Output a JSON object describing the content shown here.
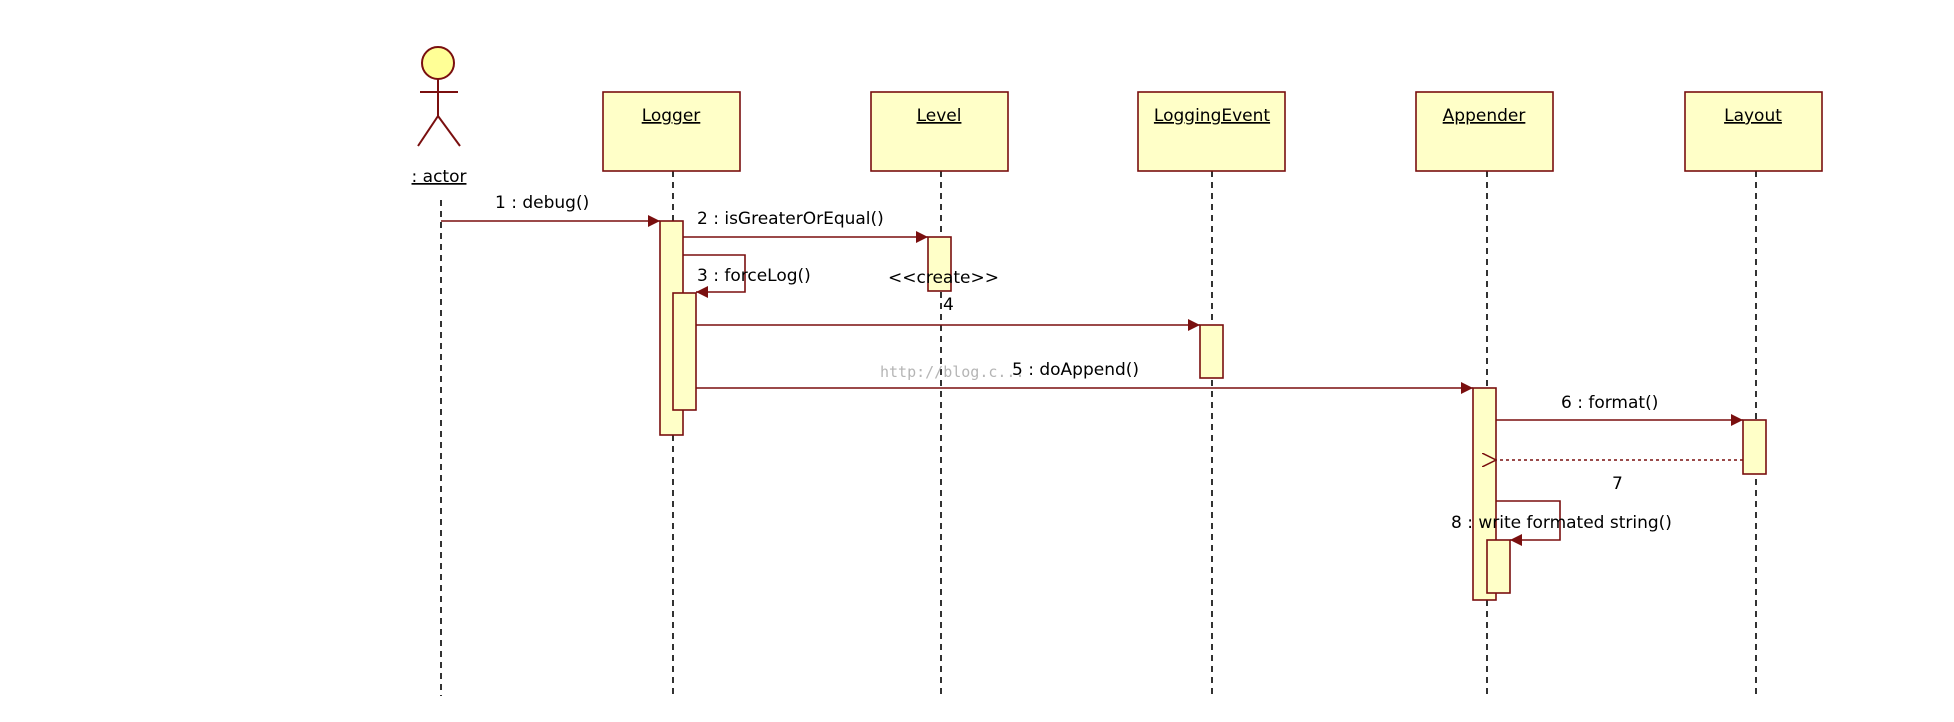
{
  "diagram": {
    "type": "sequence",
    "actor": {
      "name": ": actor"
    },
    "lifelines": [
      {
        "id": "logger",
        "name": "Logger"
      },
      {
        "id": "level",
        "name": "Level"
      },
      {
        "id": "event",
        "name": "LoggingEvent"
      },
      {
        "id": "appender",
        "name": "Appender"
      },
      {
        "id": "layout",
        "name": "Layout"
      }
    ],
    "messages": [
      {
        "id": "m1",
        "label": "1 : debug()",
        "from": "actor",
        "to": "logger",
        "kind": "sync"
      },
      {
        "id": "m2",
        "label": "2 : isGreaterOrEqual()",
        "from": "logger",
        "to": "level",
        "kind": "sync"
      },
      {
        "id": "m3",
        "label": "3 : forceLog()",
        "from": "logger",
        "to": "logger",
        "kind": "self"
      },
      {
        "id": "m4",
        "label": "4",
        "stereotype": "<<create>>",
        "from": "logger",
        "to": "event",
        "kind": "create"
      },
      {
        "id": "m5",
        "label": "5 : doAppend()",
        "from": "logger",
        "to": "appender",
        "kind": "sync"
      },
      {
        "id": "m6",
        "label": "6 : format()",
        "from": "appender",
        "to": "layout",
        "kind": "sync"
      },
      {
        "id": "m7",
        "label": "7",
        "from": "layout",
        "to": "appender",
        "kind": "return"
      },
      {
        "id": "m8",
        "label": "8 : write formated string()",
        "from": "appender",
        "to": "appender",
        "kind": "self"
      }
    ],
    "watermark": "http://blog.c...",
    "colors": {
      "box_fill": "#ffffc8",
      "border": "#7a0f0f",
      "arrow": "#7a0f0f",
      "lifeline": "#000000",
      "actor_head": "#ffff96"
    }
  }
}
